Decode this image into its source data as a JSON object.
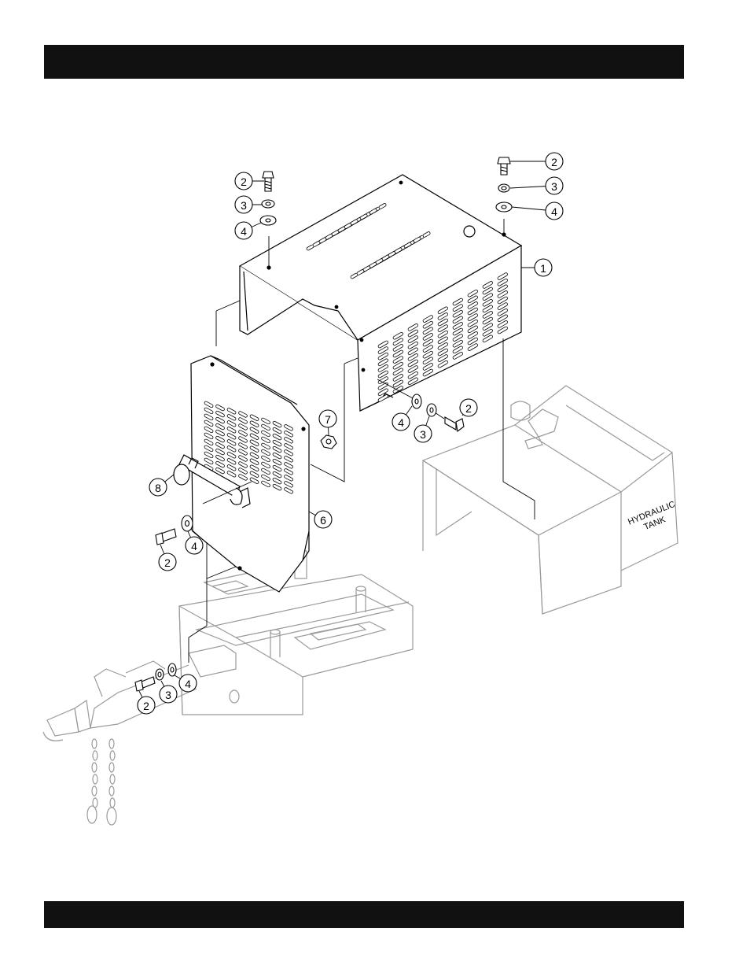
{
  "header_bar": {
    "text": ""
  },
  "footer_bar": {
    "text": ""
  },
  "callouts": [
    {
      "id": "c-2-top-left",
      "label": "2"
    },
    {
      "id": "c-3-top-left",
      "label": "3"
    },
    {
      "id": "c-4-top-left",
      "label": "4"
    },
    {
      "id": "c-2-top-right",
      "label": "2"
    },
    {
      "id": "c-3-top-right",
      "label": "3"
    },
    {
      "id": "c-4-top-right",
      "label": "4"
    },
    {
      "id": "c-1",
      "label": "1"
    },
    {
      "id": "c-7",
      "label": "7"
    },
    {
      "id": "c-4-mid",
      "label": "4"
    },
    {
      "id": "c-3-mid",
      "label": "3"
    },
    {
      "id": "c-2-mid",
      "label": "2"
    },
    {
      "id": "c-8",
      "label": "8"
    },
    {
      "id": "c-6",
      "label": "6"
    },
    {
      "id": "c-4-left",
      "label": "4"
    },
    {
      "id": "c-2-left",
      "label": "2"
    },
    {
      "id": "c-2-bottom",
      "label": "2"
    },
    {
      "id": "c-3-bottom",
      "label": "3"
    },
    {
      "id": "c-4-bottom",
      "label": "4"
    }
  ],
  "tank_label": {
    "line1": "HYDRAULIC",
    "line2": "TANK"
  }
}
